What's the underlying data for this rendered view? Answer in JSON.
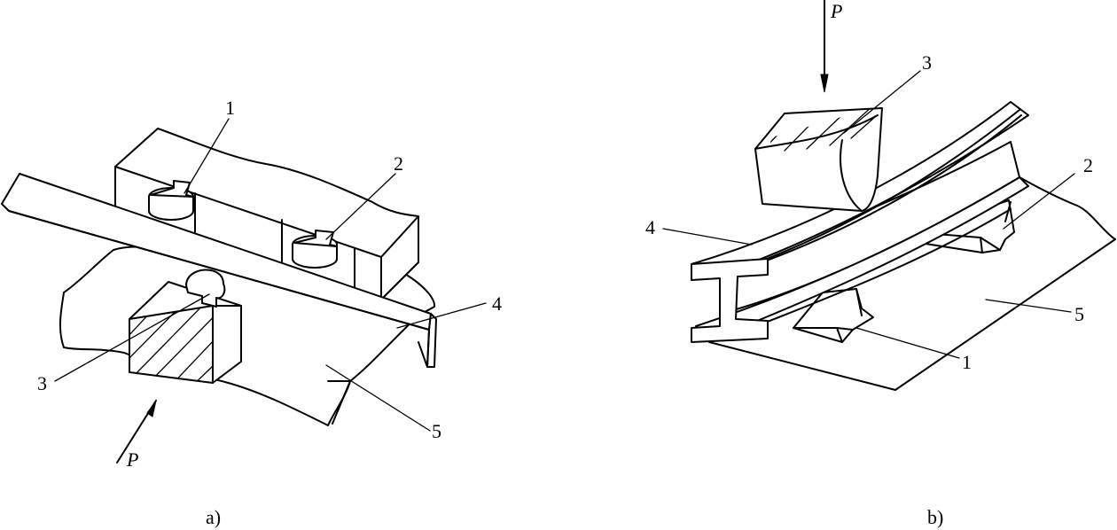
{
  "figure_a": {
    "callouts": [
      "1",
      "2",
      "3",
      "4",
      "5"
    ],
    "force_label": "P",
    "caption": "a)"
  },
  "figure_b": {
    "callouts": [
      "1",
      "2",
      "3",
      "4",
      "5"
    ],
    "force_label": "P",
    "caption": "b)"
  }
}
